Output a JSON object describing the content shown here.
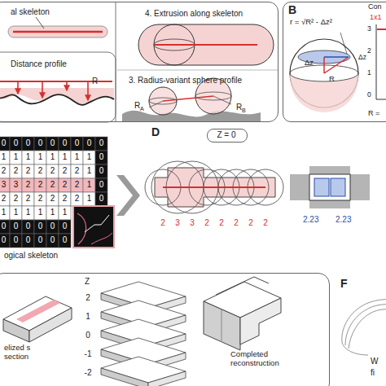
{
  "diagram": {
    "nodes": [
      {
        "text": [
          "al skeleton",
          "4. Extrusion along skeleton",
          "Distance profile",
          "3. Radius-variant sphere profile"
        ]
      },
      {
        "text": [
          "B"
        ]
      },
      {
        "text": [
          "Z = 0"
        ]
      },
      {
        "text": [
          "elized s section",
          "Completed reconstruction"
        ]
      }
    ],
    "labels": [
      "R",
      "R",
      "A",
      "R",
      "B",
      "r = √R² - Δz²",
      "R",
      "Δz",
      "Con",
      "1x1",
      "3",
      "2",
      "1",
      "0",
      "Δz",
      "R =",
      "D",
      "0",
      "0",
      "0",
      "0",
      "0",
      "0",
      "0",
      "0",
      "0",
      "1",
      "1",
      "1",
      "1",
      "1",
      "1",
      "1",
      "1",
      "0",
      "2",
      "2",
      "2",
      "2",
      "2",
      "2",
      "2",
      "1",
      "0",
      "3",
      "3",
      "2",
      "2",
      "2",
      "2",
      "2",
      "1",
      "0",
      "2",
      "2",
      "2",
      "2",
      "2",
      "2",
      "2",
      "1",
      "0",
      "1",
      "1",
      "1",
      "1",
      "1",
      "1",
      "0",
      "0",
      "0",
      "0",
      "0",
      "0",
      "0",
      "0",
      "0",
      "0",
      "0",
      "0",
      "ogical skeleton",
      "2",
      "3",
      "3",
      "2",
      "2",
      "2",
      "2",
      "2",
      "2.23",
      "2.23",
      "Z",
      "2",
      "1",
      "0",
      "-1",
      "-2",
      "F",
      "W",
      "fi"
    ]
  }
}
